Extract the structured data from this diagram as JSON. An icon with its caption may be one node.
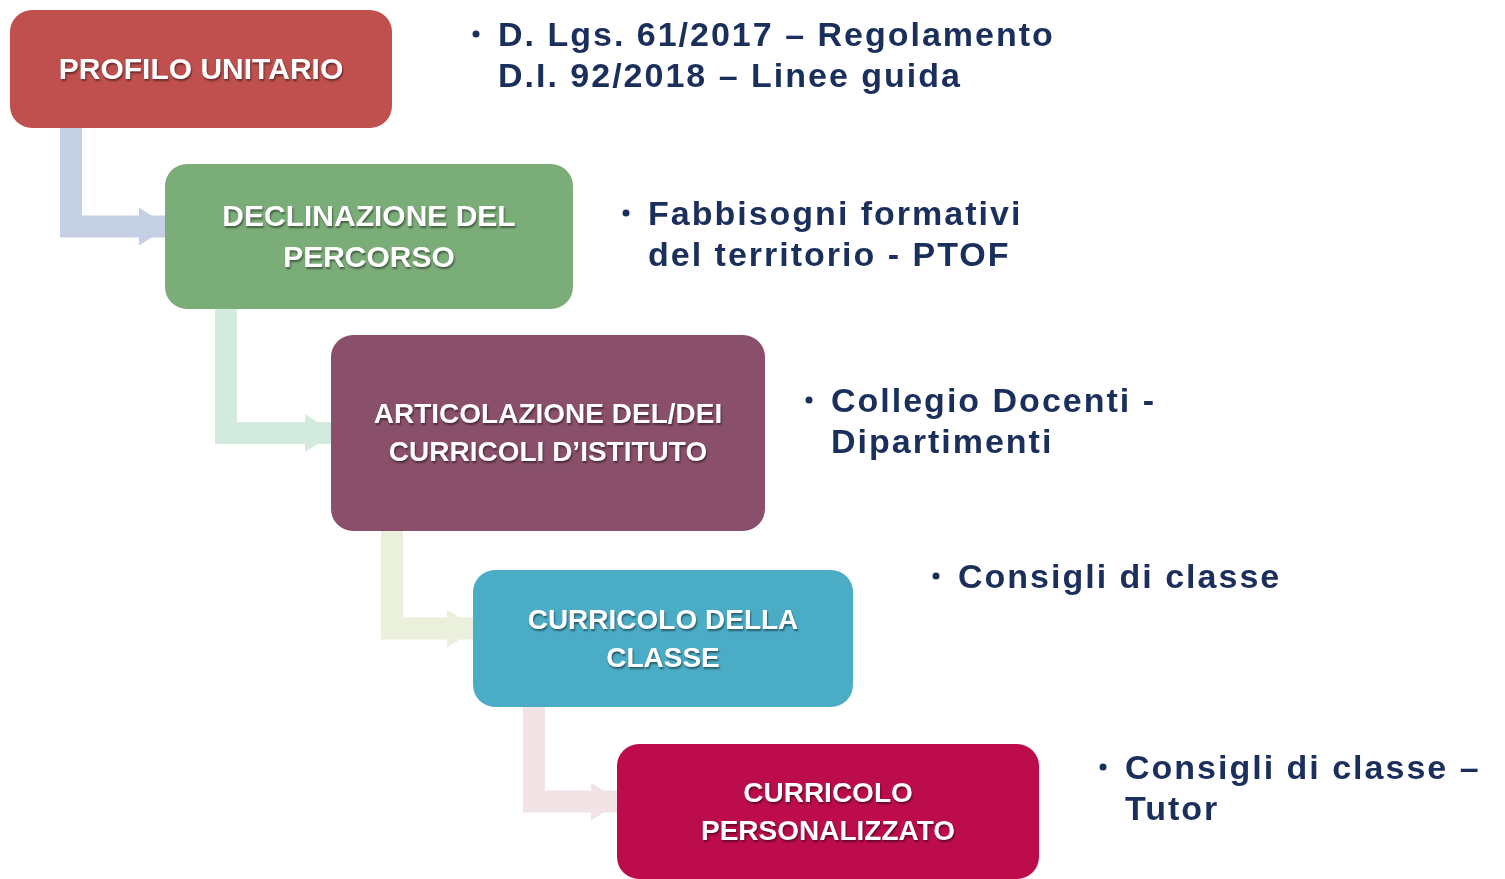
{
  "diagram": {
    "nodes": [
      {
        "text": [
          "PROFILO UNITARIO"
        ],
        "beside": [
          "D. Lgs. 61/2017 – Regolamento D.I. 92/2018 – Linee guida"
        ]
      },
      {
        "text": [
          "DECLINAZIONE DEL PERCORSO"
        ],
        "beside": [
          "Fabbisogni formativi del territorio - PTOF"
        ]
      },
      {
        "text": [
          "ARTICOLAZIONE DEL/DEI CURRICOLI D’ISTITUTO"
        ],
        "beside": [
          "Collegio Docenti - Dipartimenti"
        ]
      },
      {
        "text": [
          "CURRICOLO DELLA CLASSE"
        ],
        "beside": [
          "Consigli di classe"
        ]
      },
      {
        "text": [
          "CURRICOLO PERSONALIZZATO"
        ],
        "beside": [
          "Consigli di classe – Tutor"
        ]
      }
    ],
    "edges": [
      {
        "from": 0,
        "to": 1,
        "arrow": "to",
        "color": "#c5d0e4"
      },
      {
        "from": 1,
        "to": 2,
        "arrow": "to",
        "color": "#d3eadf"
      },
      {
        "from": 2,
        "to": 3,
        "arrow": "to",
        "color": "#ebf0dc"
      },
      {
        "from": 3,
        "to": 4,
        "arrow": "to",
        "color": "#f2e4e6"
      }
    ]
  }
}
